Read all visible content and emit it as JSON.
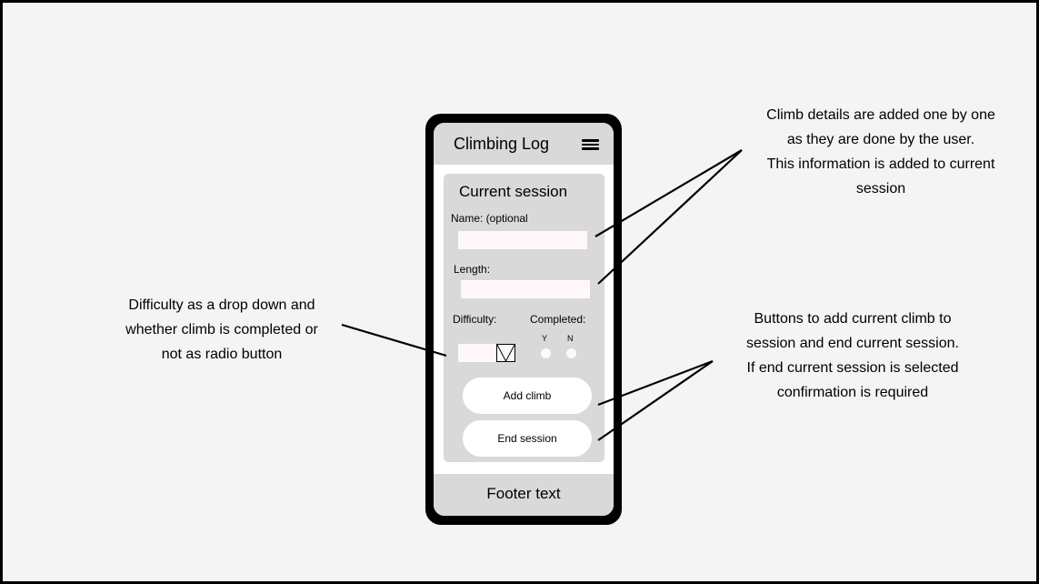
{
  "app": {
    "title": "Climbing Log",
    "menu_icon": "hamburger-menu-icon",
    "footer": "Footer text"
  },
  "session": {
    "heading": "Current session",
    "name_label": "Name: (optional",
    "name_value": "",
    "length_label": "Length:",
    "length_value": "",
    "difficulty_label": "Difficulty:",
    "difficulty_value": "",
    "difficulty_icon": "dropdown-arrow-icon",
    "completed_label": "Completed:",
    "yes_label": "Y",
    "no_label": "N",
    "add_button": "Add climb",
    "end_button": "End session"
  },
  "annotations": {
    "climb_details": [
      "Climb details are added one by one",
      "as they are done by the user.",
      "This information is added to current",
      "session"
    ],
    "difficulty": [
      "Difficulty as a drop down and",
      "whether climb is completed or",
      "not as radio button"
    ],
    "buttons": [
      "Buttons to add current climb to",
      "session and end current session.",
      "If end current session is selected",
      "confirmation is required"
    ]
  },
  "colors": {
    "panel": "#d9d9d9",
    "input": "#fff8f8",
    "frame": "#000000",
    "background": "#f4f4f4"
  }
}
